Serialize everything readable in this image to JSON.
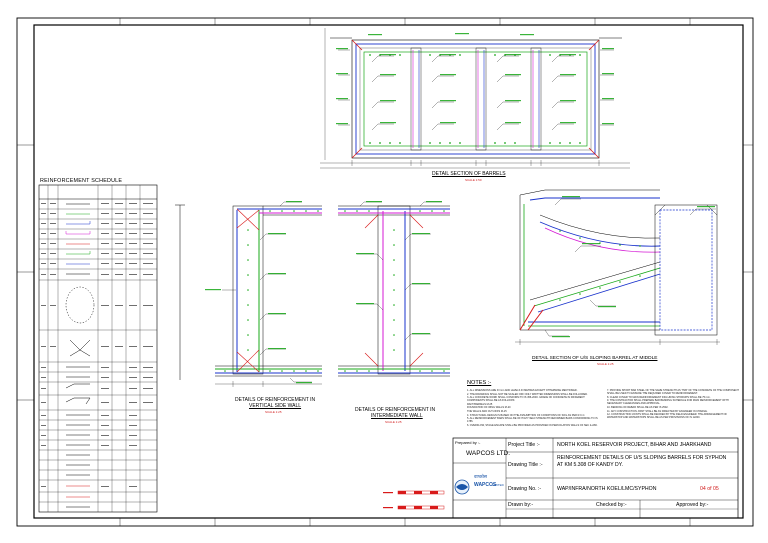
{
  "schedule": {
    "title": "REINFORCEMENT SCHEDULE"
  },
  "views": {
    "barrels": {
      "title": "DETAIL SECTION OF BARRELS",
      "scale": "SCALE 1:50"
    },
    "side_wall": {
      "title_line1": "DETAILS OF REINFORCEMENT IN",
      "title_line2": "VERTICAL SIDE WALL",
      "scale": "SCALE 1:25"
    },
    "intermediate_wall": {
      "title_line1": "DETAILS OF REINFORCEMENT IN",
      "title_line2": "INTERMEDIATE WALL",
      "scale": "SCALE 1:25"
    },
    "sloping_barrel": {
      "title": "DETAIL SECTION OF U/S SLOPING BARREL AT MIDDLE",
      "scale": "SCALE 1:25"
    }
  },
  "notes": {
    "title": "NOTES :-",
    "col1": [
      "1. ALL DIMENSIONS ARE IN mm AND LEVELS IN METRES EXCEPT OTHERWISE MENTIONED.",
      "2. THE DRAWINGS SHALL NOT BE SCALED OFF ONLY WRITTEN DIMENSIONS SHALL BE FOLLOWED.",
      "3. ALL CONCRETE WORK SHALL CONFORM TO IS 456-2000. GRADE OF CONCRETE IN DIFFERENT COMPONENTS SHALL BE AS FOLLOWS:",
      "   RAFT/BARRELS M-25",
      "   FOUNDATION OF WING WALLS M-20",
      "   TOE WALLS AND CUT-OFFS M-15",
      "4. STRUCTURAL DESIGN IS BASED ON THE ASSUMPTION OF CONDITIONS OF SOIL AS PER R.C.C.",
      "5. ALL REINFORCEMENT BARS SHALL BE OF HIGH YIELD STRENGTH DEFORMED BARS CONFORMING TO IS 1786.",
      "6. OVERFLOW, STAGE ESCAPE SHALL BE PROVIDED AS PROVIDED IN PERCOLATION WALLS OF SEC 2+080."
    ],
    "col2": [
      "7. PROVIDE SHORT BAR STEEL OF THE SAME STRENGTH AS THAT OF THE CONCRETE OF THE COMPONENT SHALL BE USED TO ENSURE THE REQUIRED COVER TO REINFORCEMENT.",
      "8. CLEAR COVER TO MAIN REINFORCEMENT INCLUDING STIRRUPS SHALL BE 75 mm.",
      "9. THE CONTRACTOR SHALL PREPARE BAR BENDING SCHEDULE FOR MAIN REINFORCEMENT WITH NECESSARY CLEARANCES AND APPROVAL.",
      "10. BENDING OF REBAR SHALL BE AS PER IS 2502.",
      "11. ANY CONSTRUCTION JOINT SHALL BE AS DIRECTED BY ENGINEER IN CHARGE.",
      "12. CONSTRUCTION JOINTS SHALL BE DECIDED BY THE FIELD ENGINEER. THE ARRANGEMENT OF WATERSTOP AND WATERSTOPS SHALL BE AS PER PROVISIONS OF IS 12200."
    ]
  },
  "title_block": {
    "prepared_by_label": "Prepared by :-",
    "company": "WAPCOS LTD.",
    "project_title_label": "Project Title :-",
    "project_title": "NORTH KOEL RESERVOIR PROJECT, BIHAR AND JHARKHAND",
    "drawing_title_label": "Drawing Title :-",
    "drawing_title_line1": "REINFORCEMENT DETAILS OF U/S SLOPING BARRELS FOR SYPHON",
    "drawing_title_line2": "AT KM 5.308 OF KANDY DY.",
    "drawing_no_label": "Drawing No. :-",
    "drawing_no": "WAP/INFRA/NORTH KOEL/LMC/SYPHON",
    "sheet": "04 of 05",
    "drawn_by_label": "Drawn by:-",
    "checked_by_label": "Checked by:-",
    "approved_by_label": "Approved by:-",
    "logo_text": "WAPCOS",
    "logo_sub": "LIMITED",
    "logo_hindi": "वाप्कोस"
  },
  "colors": {
    "title_red": "#d01818",
    "bar_green": "#18a818",
    "bar_blue": "#1a33cc",
    "bar_magenta": "#d418d4",
    "bar_red": "#d81a1a",
    "dim_cyan": "#1fa3b8"
  }
}
